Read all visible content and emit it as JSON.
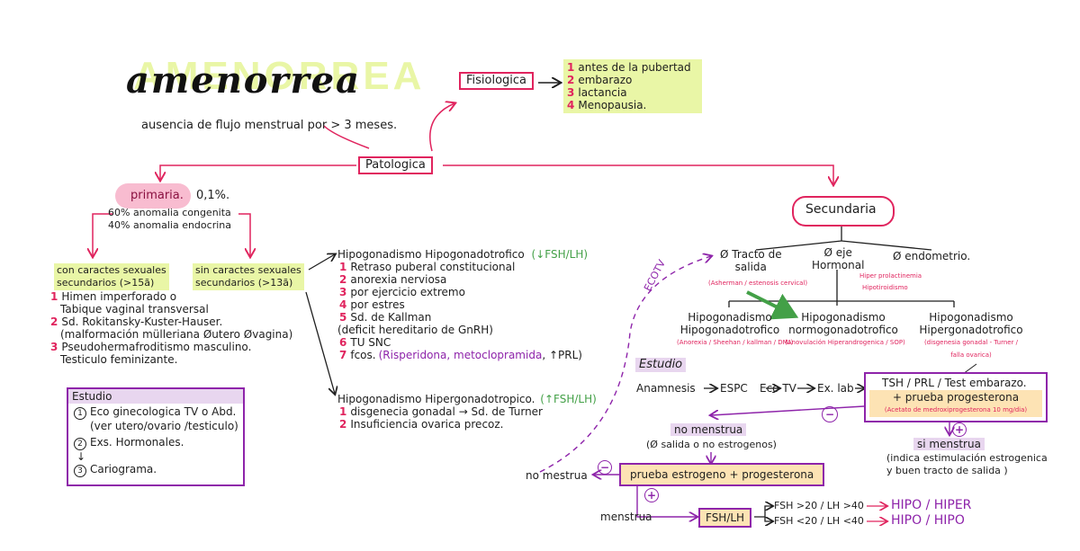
{
  "title": {
    "big": "AMENORREA",
    "script": "amenorrea"
  },
  "definition": "ausencia de flujo menstrual por > 3 meses.",
  "fisiologica": {
    "label": "Fisiologica",
    "items": [
      {
        "n": "1",
        "text": "antes de la pubertad"
      },
      {
        "n": "2",
        "text": "embarazo"
      },
      {
        "n": "3",
        "text": "lactancia"
      },
      {
        "n": "4",
        "text": "Menopausia."
      }
    ]
  },
  "patologica": {
    "label": "Patologica"
  },
  "primaria": {
    "label": "primaria.",
    "pct": "0,1%.",
    "line1": "60% anomalia congenita",
    "line2": "40% anomalia endocrina"
  },
  "con_caracteres": {
    "title1": "con caractes sexuales",
    "title2": "secundarios (>15ã)",
    "items": [
      {
        "n": "1",
        "lines": [
          "Himen imperforado o",
          "Tabique vaginal transversal"
        ]
      },
      {
        "n": "2",
        "lines": [
          "Sd. Rokitansky-Kuster-Hauser.",
          "(malformación mülleriana Øutero Øvagina)"
        ]
      },
      {
        "n": "3",
        "lines": [
          "Pseudohermafroditismo masculino.",
          "Testiculo feminizante."
        ]
      }
    ]
  },
  "sin_caracteres": {
    "title1": "sin caractes sexuales",
    "title2": "secundarios (>13ã)"
  },
  "estudio_box": {
    "title": "Estudio",
    "items": [
      {
        "n": "1",
        "lines": [
          "Eco ginecologica TV o Abd.",
          "(ver utero/ovario /testiculo)"
        ]
      },
      {
        "n": "2",
        "lines": [
          "Exs. Hormonales."
        ]
      },
      {
        "n": "3",
        "lines": [
          "Cariograma."
        ]
      }
    ]
  },
  "hipo_hipo": {
    "title": "Hipogonadismo Hipogonadotrofico",
    "tag": "(↓FSH/LH)",
    "items": [
      {
        "n": "1",
        "text": "Retraso puberal constitucional"
      },
      {
        "n": "2",
        "text": "anorexia nerviosa"
      },
      {
        "n": "3",
        "text": "por ejercicio extremo"
      },
      {
        "n": "4",
        "text": "por estres"
      },
      {
        "n": "5",
        "text": "Sd. de Kallman"
      },
      {
        "n": "",
        "text": "(deficit hereditario de GnRH)"
      },
      {
        "n": "6",
        "text": "TU SNC"
      },
      {
        "n": "7",
        "text": "fcos."
      }
    ],
    "fcos_detail": "(Risperidona, metoclopramida",
    "fcos_prl": ", ↑PRL)"
  },
  "hipo_hiper": {
    "title": "Hipogonadismo Hipergonadotropico.",
    "tag": "(↑FSH/LH)",
    "items": [
      {
        "n": "1",
        "text": "disgenecia gonadal → Sd. de Turner"
      },
      {
        "n": "2",
        "text": "Insuficiencia ovarica precoz."
      }
    ]
  },
  "secundaria": {
    "label": "Secundaria",
    "branch1": {
      "l1": "Ø Tracto de",
      "l2": "salida",
      "note": "(Asherman / estenosis cervical)"
    },
    "branch2": {
      "l1": "Ø eje",
      "l2": "Hormonal",
      "note1": "Hiper prolactinemia",
      "note2": "Hipotiroidismo"
    },
    "branch3": {
      "l1": "Ø endometrio."
    },
    "sub1": {
      "l1": "Hipogonadismo",
      "l2": "Hipogonadotrofico",
      "note": "(Anorexia / Sheehan / kallman / DM₂)"
    },
    "sub2": {
      "l1": "Hipogonadismo",
      "l2": "normogonadotrofico",
      "note": "(Anovulación Hiperandrogenica / SOP)"
    },
    "sub3": {
      "l1": "Hipogonadismo",
      "l2": "Hipergonadotrofico",
      "note1": "(disgenesia gonadal - Turner /",
      "note2": "falla ovarica)"
    }
  },
  "ecotv": "ECOTV",
  "estudio_flow": {
    "title": "Estudio",
    "anamnesis": "Anamnesis",
    "espc": "ESPC",
    "ecotv": "Eco TV",
    "exlab": "Ex. lab",
    "box_line1": "TSH / PRL / Test embarazo.",
    "box_line2": "+ prueba progesterona",
    "box_note": "(Acetato de medroxiprogesterona 10 mg/dia)",
    "minus": "−",
    "plus": "+",
    "no_menstrua": "no menstrua",
    "no_menstrua_note": "(Ø salida o no estrogenos)",
    "si_menstrua": "si menstrua",
    "si_note1": "(indica estimulación estrogenica",
    "si_note2": "y buen tracto de salida )",
    "prueba_ep": "prueba estrogeno + progesterona",
    "no_mestrua2": "no mestrua",
    "menstrua": "menstrua",
    "fsh_lh": "FSH/LH",
    "res1": "FSH >20 / LH >40",
    "res2": "FSH <20 / LH <40",
    "hh1": "HIPO / HIPER",
    "hh2": "HIPO / HIPO"
  },
  "colors": {
    "pink": "#e0245e",
    "green": "#e9f6a6",
    "purple": "#8e24aa",
    "arrow_green": "#43a047"
  }
}
